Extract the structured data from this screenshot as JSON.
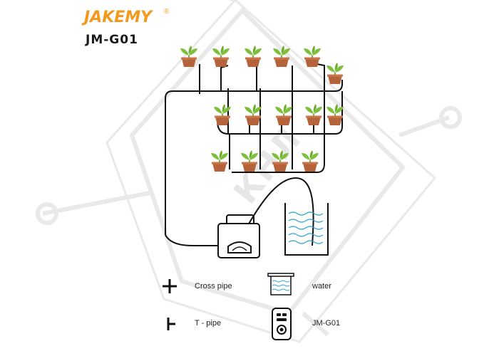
{
  "brand": {
    "name": "JAKEMY",
    "registered": "®",
    "model": "JM-G01",
    "color": "#f39a1e"
  },
  "watermark": {
    "text": "КНЛ"
  },
  "legend": {
    "cross_pipe": "Cross pipe",
    "water": "water",
    "t_pipe": "T - pipe",
    "device": "JM-G01"
  },
  "icons": {
    "plant": "potted-plant-icon",
    "cross": "cross-pipe-icon",
    "tee": "t-pipe-icon",
    "pump": "jm-g01-device-icon",
    "container": "water-container-icon"
  },
  "colors": {
    "pot": "#b5633b",
    "leaf": "#7dbf3b",
    "pipe": "#111111",
    "water": "#2aa3d8"
  }
}
